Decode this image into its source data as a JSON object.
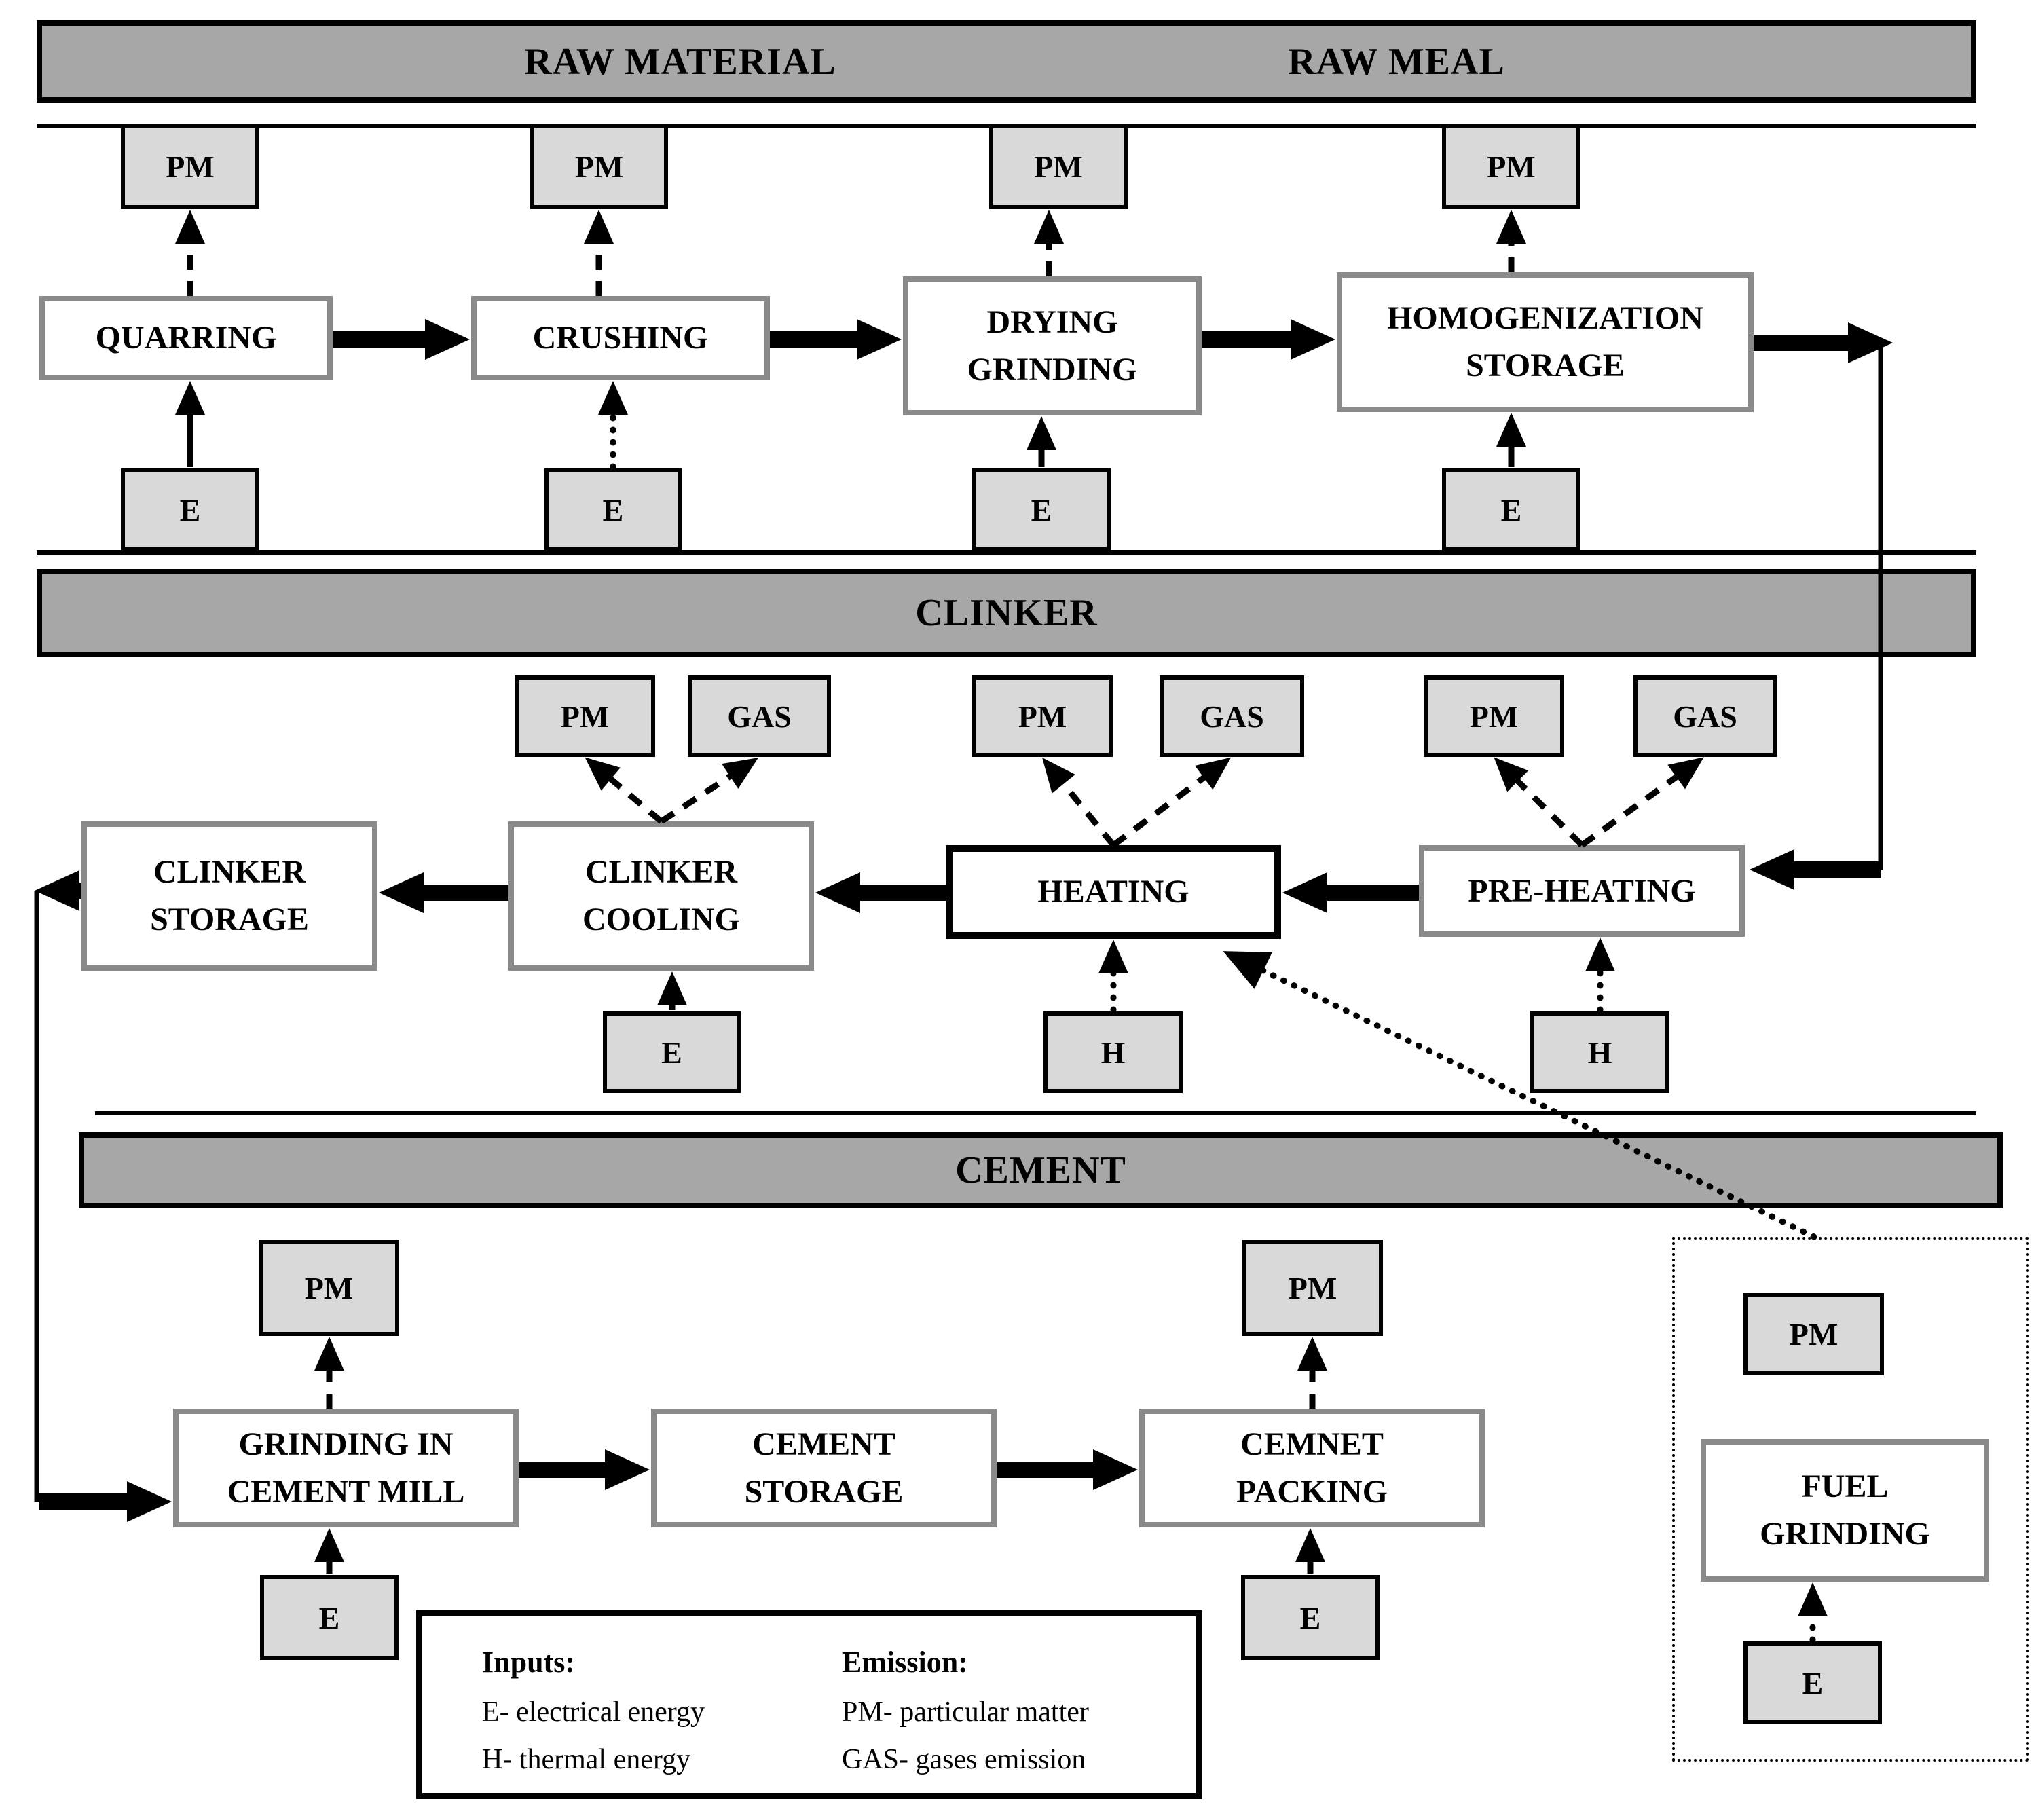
{
  "banners": {
    "raw_material": "RAW MATERIAL",
    "raw_meal": "RAW MEAL",
    "clinker": "CLINKER",
    "cement": "CEMENT"
  },
  "stages": {
    "quarring": "QUARRING",
    "crushing": "CRUSHING",
    "drying_grinding": "DRYING GRINDING",
    "homogenization_storage": "HOMOGENIZATION STORAGE",
    "clinker_storage": "CLINKER STORAGE",
    "clinker_cooling": "CLINKER COOLING",
    "heating": "HEATING",
    "pre_heating": "PRE-HEATING",
    "grinding_in_cement_mill": "GRINDING IN CEMENT MILL",
    "cement_storage": "CEMENT STORAGE",
    "cemnet_packing": "CEMNET PACKING",
    "fuel_grinding": "FUEL GRINDING"
  },
  "io_labels": {
    "pm": "PM",
    "gas": "GAS",
    "e": "E",
    "h": "H"
  },
  "legend": {
    "inputs_title": "Inputs:",
    "inputs": [
      "E- electrical energy",
      "H- thermal energy"
    ],
    "emission_title": "Emission:",
    "emissions": [
      "PM- particular matter",
      "GAS- gases emission"
    ]
  },
  "colors": {
    "banner_fill": "#a7a7a7",
    "chip_fill": "#d9d9d9",
    "box_border": "#8a8a8a",
    "ink": "#000000",
    "bg": "#ffffff"
  }
}
